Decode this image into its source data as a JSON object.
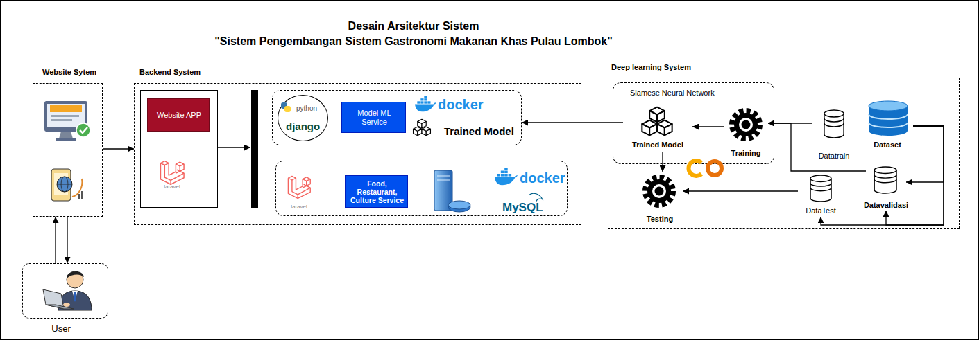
{
  "diagram": {
    "title": "Desain Arsitektur Sistem",
    "nodes": [
      {
        "text": [
          "Website Sytem"
        ]
      },
      {
        "text": [
          "User"
        ]
      },
      {
        "text": [
          "Backend System"
        ]
      },
      {
        "text": [
          "laravel"
        ],
        "in": 2
      },
      {
        "text": [
          "Website APP"
        ],
        "in": 3
      },
      {
        "text": [
          "docker",
          "Trained Model"
        ],
        "in": 2
      },
      {
        "text": [
          "python",
          "django"
        ],
        "in": 5
      },
      {
        "text": [
          "Model ML Service"
        ],
        "in": 5
      },
      {
        "text": [
          "laravel",
          "docker",
          "MySQL"
        ],
        "in": 2
      },
      {
        "text": [
          "Food, Restaurant, Culture Service"
        ],
        "in": 8
      },
      {
        "text": [
          "Deep learning System"
        ]
      },
      {
        "text": [
          "Siamese Neural Network"
        ],
        "in": 10
      },
      {
        "text": [
          "Trained Model"
        ],
        "in": 11
      },
      {
        "text": [
          "Training"
        ],
        "in": 11
      },
      {
        "text": [
          "Datatrain"
        ],
        "in": 10
      },
      {
        "text": [
          "Dataset"
        ],
        "in": 10
      },
      {
        "text": [
          "Testing"
        ],
        "in": 10
      },
      {
        "text": [
          "DataTest"
        ],
        "in": 10
      },
      {
        "text": [
          "Datavalidasi"
        ],
        "in": 10
      }
    ],
    "edges": [
      {
        "from": 1,
        "to": 0,
        "arrow": "to"
      },
      {
        "from": 0,
        "to": 1,
        "arrow": "to"
      },
      {
        "from": 0,
        "to": 2,
        "arrow": "to"
      },
      {
        "from": 12,
        "to": 5,
        "arrow": "to"
      },
      {
        "from": 13,
        "to": 12,
        "arrow": "to"
      },
      {
        "from": 12,
        "to": 16,
        "arrow": "to"
      },
      {
        "from": 14,
        "to": 13,
        "arrow": "to"
      },
      {
        "from": 18,
        "to": 13,
        "arrow": "to"
      },
      {
        "from": 15,
        "to": 18,
        "arrow": "to"
      },
      {
        "from": 15,
        "to": 18,
        "arrow": "to"
      },
      {
        "from": 15,
        "to": 17,
        "arrow": "to"
      },
      {
        "from": 17,
        "to": 16,
        "arrow": "to"
      }
    ],
    "labels": [
      "\"Sistem Pengembangan Sistem Gastronomi Makanan Khas Pulau Lombok\""
    ]
  }
}
